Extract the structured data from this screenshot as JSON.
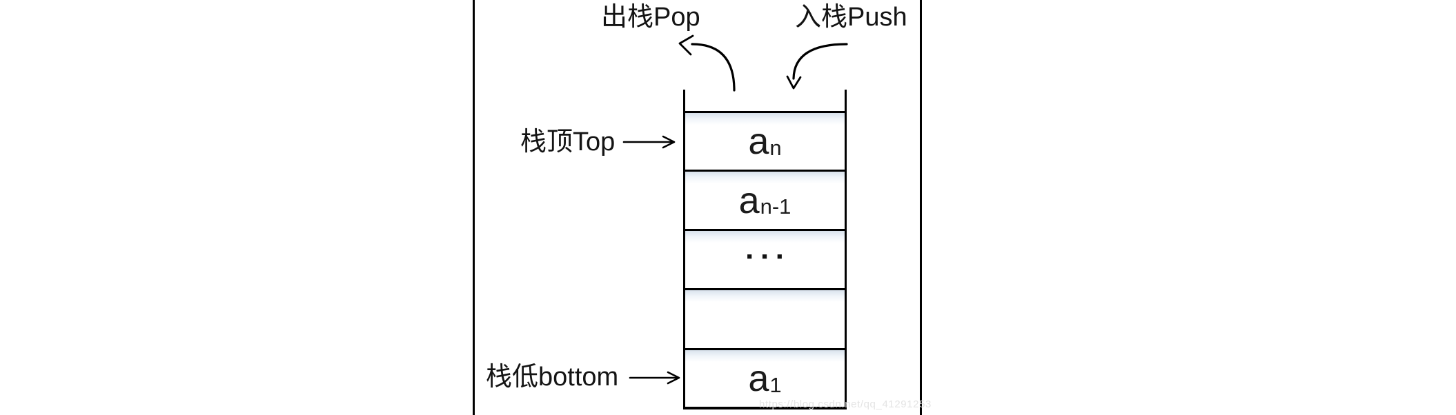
{
  "diagram": {
    "pop_label": "出栈Pop",
    "push_label": "入栈Push",
    "top_label": "栈顶Top",
    "bottom_label": "栈低bottom",
    "stack_cells": [
      {
        "base": "a",
        "sub": "n"
      },
      {
        "base": "a",
        "sub": "n-1"
      },
      {
        "dots": "▪▪▪"
      },
      {
        "base": "",
        "sub": ""
      },
      {
        "base": "a",
        "sub": "1"
      }
    ],
    "watermark": "https://blog.csdn.net/qq_41291253",
    "colors": {
      "line": "#000000",
      "text": "#1a1a1a",
      "cell_tint": "#d9e2ec",
      "watermark": "#e2e2e2"
    }
  }
}
